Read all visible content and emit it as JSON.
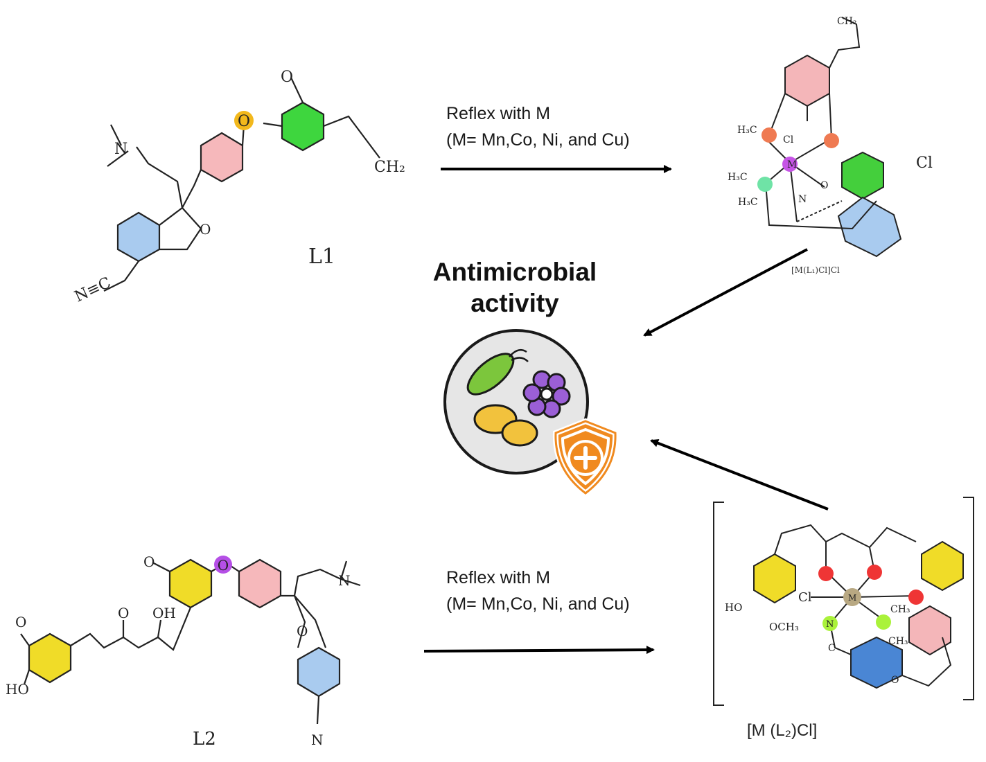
{
  "ligands": {
    "l1": {
      "label": "L1",
      "atoms": {
        "nitrile": "N≡C",
        "methylene": "CH₂",
        "ring_o": "O"
      }
    },
    "l2": {
      "label": "L2",
      "atoms": {
        "oh_1": "OH",
        "ho_1": "HO",
        "keto": "O",
        "nitrile_n": "N",
        "ring_o": "O"
      }
    }
  },
  "reactions": {
    "top": {
      "line1": "Reflex  with M",
      "line2": "(M= Mn,Co, Ni, and Cu)"
    },
    "bottom": {
      "line1": "Reflex with M",
      "line2": "(M= Mn,Co, Ni, and Cu)"
    }
  },
  "complexes": {
    "c1": {
      "label": "[M(L₁)Cl]Cl",
      "counter_ion": "Cl",
      "atoms": {
        "ch2": "CH₂",
        "h3c_top": "H₃C",
        "h3c_1": "H₃C",
        "h3c_2": "H₃C",
        "cl": "Cl",
        "o": "O",
        "m": "M",
        "n": "N"
      }
    },
    "c2": {
      "label": "[M (L₂)Cl]",
      "atoms": {
        "ho": "HO",
        "och3": "OCH₃",
        "cl": "Cl",
        "ch3_1": "CH₃",
        "ch3_2": "CH₃",
        "n": "N",
        "c": "C",
        "o": "O",
        "m": "M"
      }
    }
  },
  "center": {
    "title_line1": "Antimicrobial",
    "title_line2": "activity"
  },
  "colors": {
    "ring_green": "#3ed63e",
    "ring_pink": "#f6b8bb",
    "ring_blue": "#a9cbef",
    "ring_yellow": "#f0dc28",
    "oxygen_orange": "#f2b81c",
    "oxygen_purple": "#b54fe6",
    "oxygen_red": "#ef3535",
    "nitrogen_green": "#aaf23a",
    "shield_orange": "#f08a1f",
    "bacteria_green": "#7cc63c",
    "cocci_purple": "#9b5fd6",
    "yeast_yellow": "#f2c23d"
  }
}
